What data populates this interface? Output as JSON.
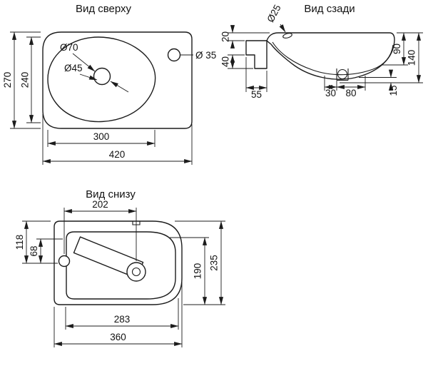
{
  "meta": {
    "ink": "#1c1c1c",
    "background": "#ffffff"
  },
  "views": {
    "top": {
      "title": "Вид сверху",
      "labels": {
        "d70": "Ø70",
        "d45": "Ø45",
        "d35": "Ø 35"
      },
      "dims": {
        "h270": "270",
        "h240": "240",
        "w300": "300",
        "w420": "420"
      }
    },
    "rear": {
      "title": "Вид сзади",
      "labels": {
        "d25": "Ø25"
      },
      "dims": {
        "v20": "20",
        "v40": "40",
        "w55": "55",
        "v90": "90",
        "v140": "140",
        "w30": "30",
        "w80": "80",
        "v15": "15"
      }
    },
    "bottom": {
      "title": "Вид снизу",
      "dims": {
        "w202": "202",
        "v118": "118",
        "v68": "68",
        "v190": "190",
        "v235": "235",
        "w283": "283",
        "w360": "360"
      }
    }
  }
}
